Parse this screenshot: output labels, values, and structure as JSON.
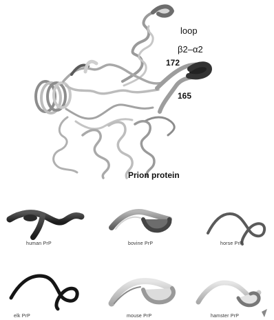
{
  "figure": {
    "labels": {
      "loop": "loop",
      "region": "β2–α2",
      "residue_a": "172",
      "residue_b": "165",
      "protein": "Prion protein"
    },
    "panels": [
      "human PrP",
      "bovine PrP",
      "horse PrP",
      "elk PrP",
      "mouse PrP",
      "hamster PrP"
    ]
  }
}
